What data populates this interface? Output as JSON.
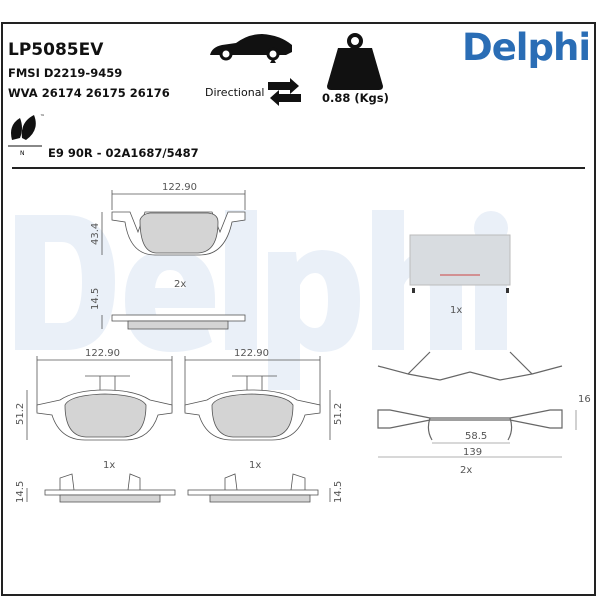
{
  "product": {
    "code": "LP5085EV",
    "fmsi": "FMSI D2219-9459",
    "wva": "WVA 26174 26175 26176",
    "approval": "E9 90R - 02A1687/5487"
  },
  "brand": {
    "name": "Delphi",
    "color": "#2a6db5"
  },
  "icons": [
    "car-icon",
    "direction-arrows-icon",
    "weight-icon",
    "eco-leaf-icon"
  ],
  "directional_label": "Directional",
  "weight": "0.88 (Kgs)",
  "watermark": "Delphi",
  "eco_mark": {
    "tm": "™",
    "letter": "N"
  },
  "drawings": {
    "pad_top": {
      "width": "122.90",
      "height": "43.4",
      "thickness": "14.5",
      "qty": "2x"
    },
    "pad_left": {
      "width": "122.90",
      "height": "51.2",
      "thickness": "14.5",
      "qty": "1x"
    },
    "pad_right": {
      "width": "122.90",
      "height": "51.2",
      "thickness": "14.5",
      "qty": "1x"
    },
    "grease": {
      "qty": "1x"
    },
    "spring": {
      "inner": "58.5",
      "length": "139",
      "height": "16",
      "qty": "2x"
    }
  }
}
